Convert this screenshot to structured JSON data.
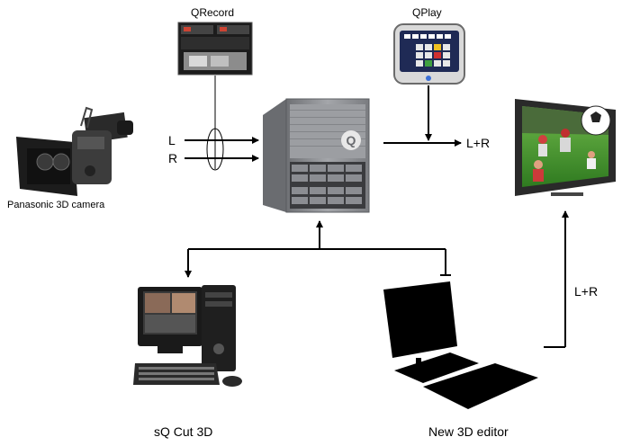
{
  "labels": {
    "qrecord": "QRecord",
    "qplay": "QPlay",
    "camera": "Panasonic 3D camera",
    "left": "L",
    "right": "R",
    "output": "L+R",
    "return_path": "L+R",
    "sq_cut": "sQ Cut 3D",
    "new_editor": "New 3D editor",
    "server_logo": "Q"
  },
  "colors": {
    "arrow": "#000000",
    "server_body": "#8a8c90",
    "tv_frame": "#2a2a2a",
    "grass": "#3e8f2a"
  }
}
